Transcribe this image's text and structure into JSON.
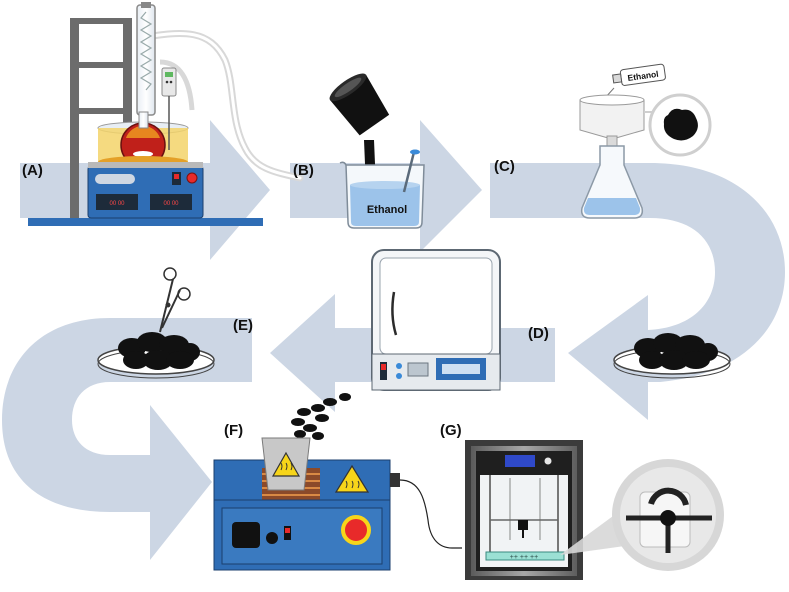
{
  "steps": {
    "a": {
      "label": "(A)",
      "name": "reflux-extraction-setup"
    },
    "b": {
      "label": "(B)",
      "name": "ethanol-precipitation"
    },
    "c": {
      "label": "(C)",
      "name": "vacuum-filtration"
    },
    "d": {
      "label": "(D)",
      "name": "oven-drying"
    },
    "e": {
      "label": "(E)",
      "name": "cutting"
    },
    "f": {
      "label": "(F)",
      "name": "extrusion"
    },
    "g": {
      "label": "(G)",
      "name": "3d-printing"
    }
  },
  "beaker_text": "Ethanol",
  "bottle_text": "Ethanol",
  "colors": {
    "arrow": "#ccd6e4",
    "equipment_blue": "#2f6db5",
    "dark_panel": "#1d2b3a",
    "pellet": "#111111",
    "liquid_orange": "#f0a020",
    "liquid_red": "#c0201a",
    "liquid_blue": "#9cc3ea"
  },
  "icons": [
    "heat-warning-icon",
    "scissors-icon",
    "plug-icon"
  ]
}
